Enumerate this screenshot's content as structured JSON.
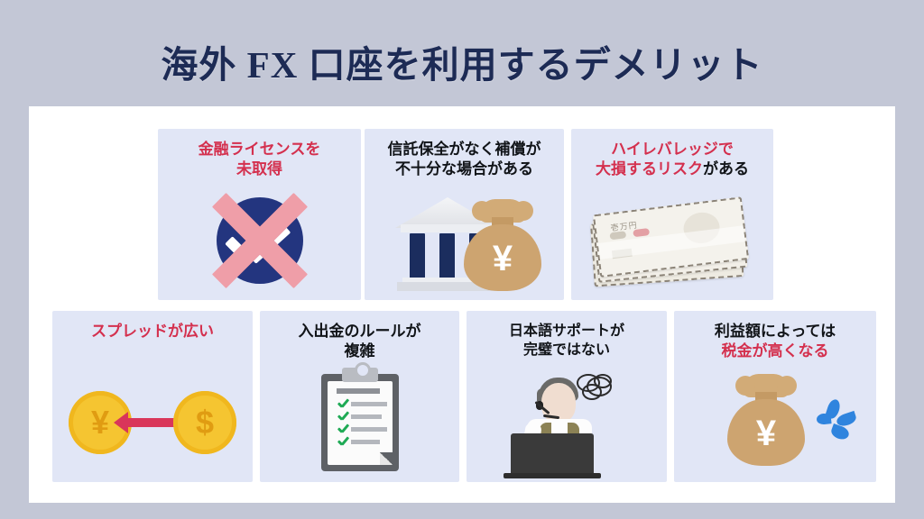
{
  "page": {
    "background_color": "#c3c7d6",
    "panel_color": "#ffffff",
    "card_color": "#e1e6f6",
    "accent_red": "#d4304e",
    "title_navy": "#1d2b55"
  },
  "header": {
    "title": "海外 FX 口座を利用するデメリット"
  },
  "cards": [
    {
      "id": "no-financial-license",
      "title_red": "金融ライセンスを",
      "title_red_2": "未取得",
      "title_black": "",
      "icon": "cross-over-check-circle-icon"
    },
    {
      "id": "no-trust-preservation",
      "title_black": "信託保全がなく補償が",
      "title_black_2": "不十分な場合がある",
      "icon": "bank-and-money-bag-icon"
    },
    {
      "id": "high-leverage-risk",
      "title_red": "ハイレバレッジで",
      "title_red_2": "大損するリスク",
      "title_black": "がある",
      "icon": "banknote-stack-icon"
    },
    {
      "id": "wide-spread",
      "title_red": "スプレッドが広い",
      "icon": "yen-dollar-coins-arrow-icon"
    },
    {
      "id": "complex-deposit-rules",
      "title_black": "入出金のルールが",
      "title_black_2": "複雑",
      "icon": "clipboard-checklist-icon"
    },
    {
      "id": "imperfect-japanese-support",
      "title_black": "日本語サポートが",
      "title_black_2": "完璧ではない",
      "icon": "support-operator-icon"
    },
    {
      "id": "higher-taxes",
      "title_black": "利益額によっては",
      "title_red": "税金が高くなる",
      "icon": "money-bag-sparkle-icon"
    }
  ],
  "symbols": {
    "yen": "¥",
    "dollar": "$"
  }
}
